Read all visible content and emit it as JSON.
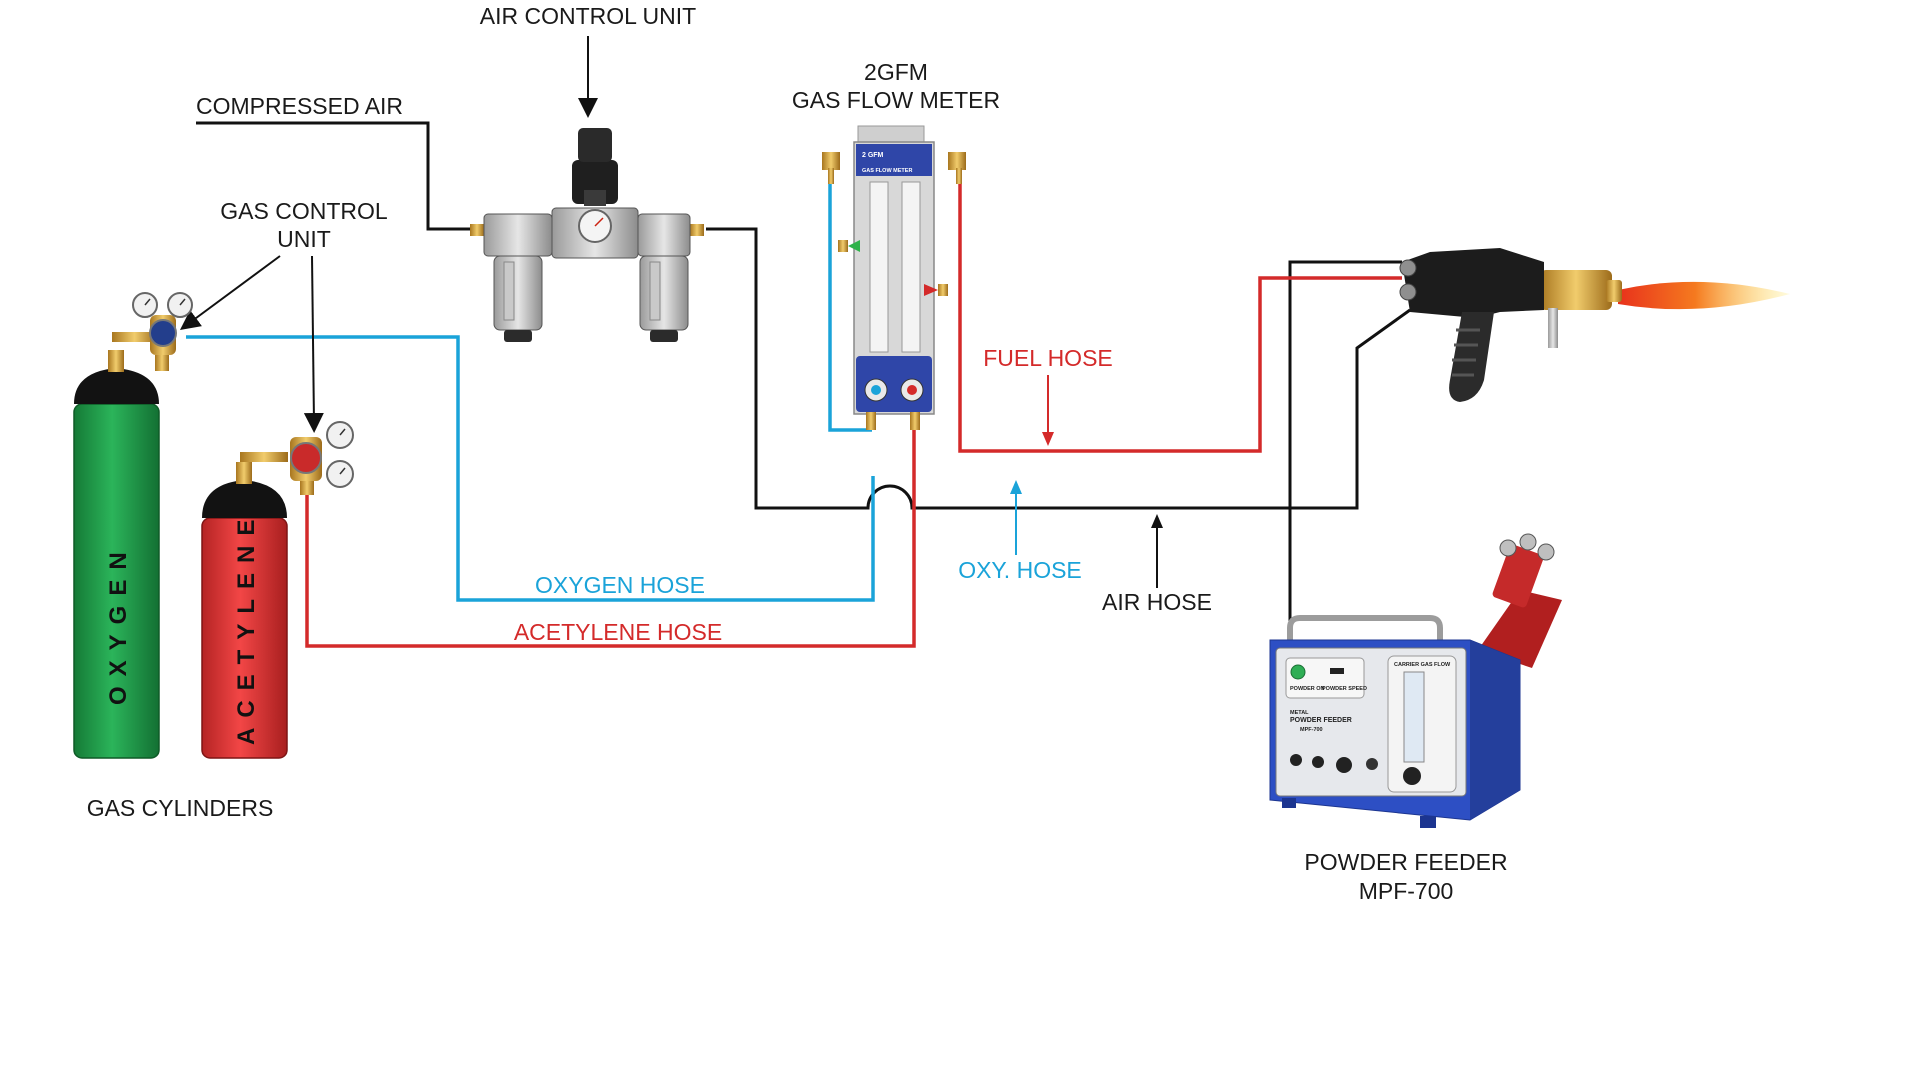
{
  "labels": {
    "air_control_unit": "AIR CONTROL UNIT",
    "compressed_air": "COMPRESSED AIR",
    "gas_control_unit_line1": "GAS CONTROL",
    "gas_control_unit_line2": "UNIT",
    "flow_meter_line1": "2GFM",
    "flow_meter_line2": "GAS FLOW METER",
    "fuel_hose": "FUEL HOSE",
    "oxygen_hose": "OXYGEN HOSE",
    "acetylene_hose": "ACETYLENE HOSE",
    "oxy_hose": "OXY. HOSE",
    "air_hose": "AIR HOSE",
    "gas_cylinders": "GAS CYLINDERS",
    "powder_feeder_line1": "POWDER FEEDER",
    "powder_feeder_line2": "MPF-700"
  },
  "cylinders": {
    "oxygen": "OXYGEN",
    "acetylene": "ACETYLENE"
  },
  "flow_meter_panel": {
    "title": "2 GFM",
    "subtitle": "GAS FLOW METER"
  },
  "powder_feeder_panel": {
    "brand": "METAL",
    "title": "POWDER FEEDER",
    "model": "MPF-700",
    "carrier_gas": "CARRIER GAS FLOW",
    "powder_on": "POWDER ON",
    "powder_speed": "POWDER SPEED"
  },
  "colors": {
    "oxygen_hose": "#1aa3d9",
    "fuel_hose": "#d42a2a",
    "air_hose": "#111111",
    "oxygen_cylinder": "#1f9e4a",
    "acetylene_cylinder": "#e23b3b",
    "feeder_body": "#2d4fc4"
  }
}
